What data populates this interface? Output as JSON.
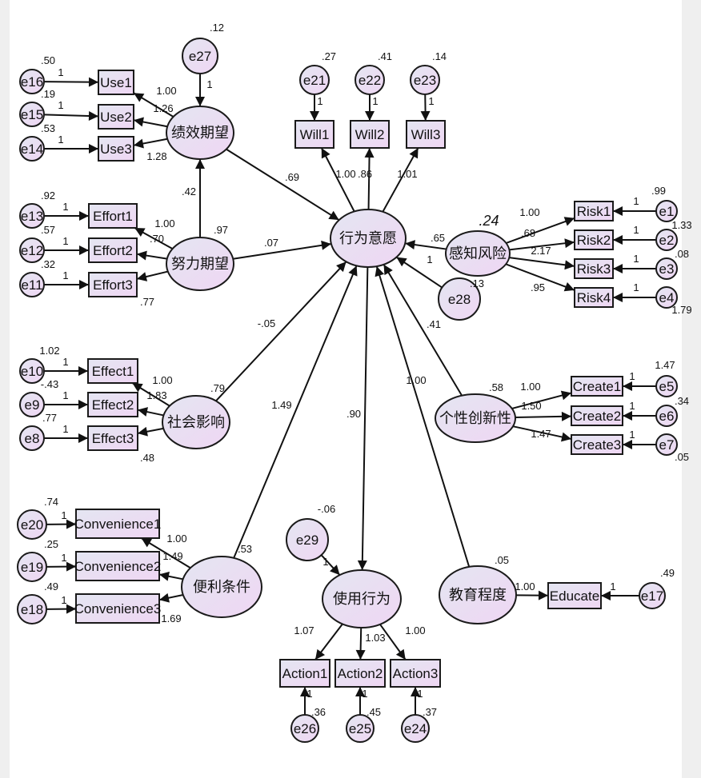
{
  "latents": [
    {
      "id": "pe",
      "label": "绩效期望",
      "variance": ""
    },
    {
      "id": "ee",
      "label": "努力期望",
      "variance": ".97"
    },
    {
      "id": "si",
      "label": "社会影响",
      "variance": ".79"
    },
    {
      "id": "fc",
      "label": "便利条件",
      "variance": ".53"
    },
    {
      "id": "bi",
      "label": "行为意愿",
      "variance": ""
    },
    {
      "id": "pr",
      "label": "感知风险",
      "variance": ".13",
      "r2": ".24"
    },
    {
      "id": "pi",
      "label": "个性创新性",
      "variance": ".58"
    },
    {
      "id": "ub",
      "label": "使用行为",
      "variance": ""
    },
    {
      "id": "ed",
      "label": "教育程度",
      "variance": ".05"
    }
  ],
  "observed": [
    {
      "id": "Use1",
      "label": "Use1"
    },
    {
      "id": "Use2",
      "label": "Use2"
    },
    {
      "id": "Use3",
      "label": "Use3"
    },
    {
      "id": "Effort1",
      "label": "Effort1"
    },
    {
      "id": "Effort2",
      "label": "Effort2"
    },
    {
      "id": "Effort3",
      "label": "Effort3"
    },
    {
      "id": "Effect1",
      "label": "Effect1"
    },
    {
      "id": "Effect2",
      "label": "Effect2"
    },
    {
      "id": "Effect3",
      "label": "Effect3"
    },
    {
      "id": "Conv1",
      "label": "Convenience1"
    },
    {
      "id": "Conv2",
      "label": "Convenience2"
    },
    {
      "id": "Conv3",
      "label": "Convenience3"
    },
    {
      "id": "Will1",
      "label": "Will1"
    },
    {
      "id": "Will2",
      "label": "Will2"
    },
    {
      "id": "Will3",
      "label": "Will3"
    },
    {
      "id": "Risk1",
      "label": "Risk1"
    },
    {
      "id": "Risk2",
      "label": "Risk2"
    },
    {
      "id": "Risk3",
      "label": "Risk3"
    },
    {
      "id": "Risk4",
      "label": "Risk4"
    },
    {
      "id": "Create1",
      "label": "Create1"
    },
    {
      "id": "Create2",
      "label": "Create2"
    },
    {
      "id": "Create3",
      "label": "Create3"
    },
    {
      "id": "Action1",
      "label": "Action1"
    },
    {
      "id": "Action2",
      "label": "Action2"
    },
    {
      "id": "Action3",
      "label": "Action3"
    },
    {
      "id": "Educate",
      "label": "Educate"
    }
  ],
  "errors": [
    {
      "id": "e1",
      "label": "e1",
      "variance": ".99"
    },
    {
      "id": "e2",
      "label": "e2",
      "variance": "1.33"
    },
    {
      "id": "e3",
      "label": "e3",
      "variance": ".08"
    },
    {
      "id": "e4",
      "label": "e4",
      "variance": "1.79"
    },
    {
      "id": "e5",
      "label": "e5",
      "variance": "1.47"
    },
    {
      "id": "e6",
      "label": "e6",
      "variance": ".34"
    },
    {
      "id": "e7",
      "label": "e7",
      "variance": ".05"
    },
    {
      "id": "e8",
      "label": "e8",
      "variance": ".77"
    },
    {
      "id": "e9",
      "label": "e9",
      "variance": "-.43"
    },
    {
      "id": "e10",
      "label": "e10",
      "variance": "1.02"
    },
    {
      "id": "e11",
      "label": "e11",
      "variance": ".32"
    },
    {
      "id": "e12",
      "label": "e12",
      "variance": ".57"
    },
    {
      "id": "e13",
      "label": "e13",
      "variance": ".92"
    },
    {
      "id": "e14",
      "label": "e14",
      "variance": ".53"
    },
    {
      "id": "e15",
      "label": "e15",
      "variance": ".19"
    },
    {
      "id": "e16",
      "label": "e16",
      "variance": ".50"
    },
    {
      "id": "e17",
      "label": "e17",
      "variance": ".49"
    },
    {
      "id": "e18",
      "label": "e18",
      "variance": ".49"
    },
    {
      "id": "e19",
      "label": "e19",
      "variance": ".25"
    },
    {
      "id": "e20",
      "label": "e20",
      "variance": ".74"
    },
    {
      "id": "e21",
      "label": "e21",
      "variance": ".27"
    },
    {
      "id": "e22",
      "label": "e22",
      "variance": ".41"
    },
    {
      "id": "e23",
      "label": "e23",
      "variance": ".14"
    },
    {
      "id": "e24",
      "label": "e24",
      "variance": ".37"
    },
    {
      "id": "e25",
      "label": "e25",
      "variance": ".45"
    },
    {
      "id": "e26",
      "label": "e26",
      "variance": ".36"
    },
    {
      "id": "e27",
      "label": "e27",
      "variance": ".12"
    },
    {
      "id": "e28",
      "label": "e28",
      "variance": ""
    },
    {
      "id": "e29",
      "label": "e29",
      "variance": "-.06"
    }
  ],
  "edges": [
    {
      "from": "e16",
      "to": "Use1",
      "label": "1"
    },
    {
      "from": "e15",
      "to": "Use2",
      "label": "1"
    },
    {
      "from": "e14",
      "to": "Use3",
      "label": "1"
    },
    {
      "from": "pe",
      "to": "Use1",
      "label": "1.00"
    },
    {
      "from": "pe",
      "to": "Use2",
      "label": "1.26"
    },
    {
      "from": "pe",
      "to": "Use3",
      "label": "1.28"
    },
    {
      "from": "e27",
      "to": "pe",
      "label": "1"
    },
    {
      "from": "ee",
      "to": "pe",
      "label": ".42"
    },
    {
      "from": "e13",
      "to": "Effort1",
      "label": "1"
    },
    {
      "from": "e12",
      "to": "Effort2",
      "label": "1"
    },
    {
      "from": "e11",
      "to": "Effort3",
      "label": "1"
    },
    {
      "from": "ee",
      "to": "Effort1",
      "label": "1.00"
    },
    {
      "from": "ee",
      "to": "Effort2",
      "label": ".70"
    },
    {
      "from": "ee",
      "to": "Effort3",
      "label": ".77"
    },
    {
      "from": "e10",
      "to": "Effect1",
      "label": "1"
    },
    {
      "from": "e9",
      "to": "Effect2",
      "label": "1"
    },
    {
      "from": "e8",
      "to": "Effect3",
      "label": "1"
    },
    {
      "from": "si",
      "to": "Effect1",
      "label": "1.00"
    },
    {
      "from": "si",
      "to": "Effect2",
      "label": "1.83"
    },
    {
      "from": "si",
      "to": "Effect3",
      "label": ".48"
    },
    {
      "from": "e20",
      "to": "Conv1",
      "label": "1"
    },
    {
      "from": "e19",
      "to": "Conv2",
      "label": "1"
    },
    {
      "from": "e18",
      "to": "Conv3",
      "label": "1"
    },
    {
      "from": "fc",
      "to": "Conv1",
      "label": "1.00"
    },
    {
      "from": "fc",
      "to": "Conv2",
      "label": "1.49"
    },
    {
      "from": "fc",
      "to": "Conv3",
      "label": "1.69"
    },
    {
      "from": "e21",
      "to": "Will1",
      "label": "1"
    },
    {
      "from": "e22",
      "to": "Will2",
      "label": "1"
    },
    {
      "from": "e23",
      "to": "Will3",
      "label": "1"
    },
    {
      "from": "bi",
      "to": "Will1",
      "label": "1.00"
    },
    {
      "from": "bi",
      "to": "Will2",
      "label": ".86"
    },
    {
      "from": "bi",
      "to": "Will3",
      "label": "1.01"
    },
    {
      "from": "pe",
      "to": "bi",
      "label": ".69"
    },
    {
      "from": "ee",
      "to": "bi",
      "label": ".07"
    },
    {
      "from": "si",
      "to": "bi",
      "label": "-.05"
    },
    {
      "from": "fc",
      "to": "bi",
      "label": "1.49"
    },
    {
      "from": "pr",
      "to": "bi",
      "label": ".65"
    },
    {
      "from": "e28",
      "to": "bi",
      "label": "1"
    },
    {
      "from": "pi",
      "to": "bi",
      "label": ".41"
    },
    {
      "from": "ed",
      "to": "bi",
      "label": "1.00"
    },
    {
      "from": "bi",
      "to": "ub",
      "label": ".90"
    },
    {
      "from": "pr",
      "to": "Risk1",
      "label": "1.00"
    },
    {
      "from": "pr",
      "to": "Risk2",
      "label": ".68"
    },
    {
      "from": "pr",
      "to": "Risk3",
      "label": "2.17"
    },
    {
      "from": "pr",
      "to": "Risk4",
      "label": ".95"
    },
    {
      "from": "e1",
      "to": "Risk1",
      "label": "1"
    },
    {
      "from": "e2",
      "to": "Risk2",
      "label": "1"
    },
    {
      "from": "e3",
      "to": "Risk3",
      "label": "1"
    },
    {
      "from": "e4",
      "to": "Risk4",
      "label": "1"
    },
    {
      "from": "pi",
      "to": "Create1",
      "label": "1.00"
    },
    {
      "from": "pi",
      "to": "Create2",
      "label": "1.50"
    },
    {
      "from": "pi",
      "to": "Create3",
      "label": "1.47"
    },
    {
      "from": "e5",
      "to": "Create1",
      "label": "1"
    },
    {
      "from": "e6",
      "to": "Create2",
      "label": "1"
    },
    {
      "from": "e7",
      "to": "Create3",
      "label": "1"
    },
    {
      "from": "e29",
      "to": "ub",
      "label": "1"
    },
    {
      "from": "ub",
      "to": "Action1",
      "label": "1.07"
    },
    {
      "from": "ub",
      "to": "Action2",
      "label": "1.03"
    },
    {
      "from": "ub",
      "to": "Action3",
      "label": "1.00"
    },
    {
      "from": "e26",
      "to": "Action1",
      "label": "1"
    },
    {
      "from": "e25",
      "to": "Action2",
      "label": "1"
    },
    {
      "from": "e24",
      "to": "Action3",
      "label": "1"
    },
    {
      "from": "ed",
      "to": "Educate",
      "label": "1.00"
    },
    {
      "from": "e17",
      "to": "Educate",
      "label": "1"
    }
  ],
  "colors": {
    "node_fill_start": "#e4e6f2",
    "node_fill_end": "#ecd8f2",
    "stroke": "#1a1a1a",
    "background": "#ffffff",
    "frame": "#efefef"
  }
}
